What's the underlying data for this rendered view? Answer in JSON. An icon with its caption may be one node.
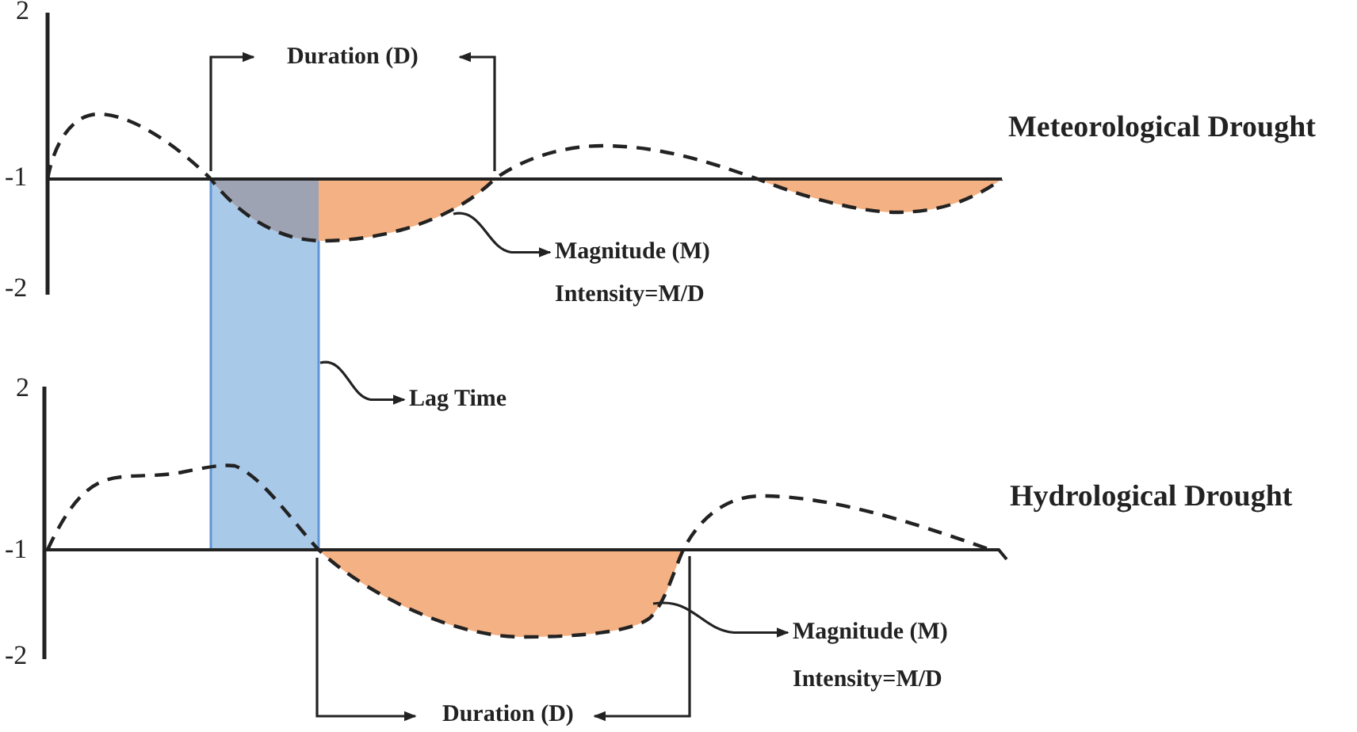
{
  "diagram": {
    "nodes": [
      {
        "text": [],
        "shape": "area"
      },
      {
        "text": [
          "Magnitude (M)"
        ]
      },
      {
        "text": [],
        "shape": "box"
      },
      {
        "text": [
          "Lag Time"
        ]
      },
      {
        "text": [],
        "shape": "area"
      },
      {
        "text": [
          "Magnitude (M)"
        ]
      }
    ],
    "edges": [
      {
        "from": 0,
        "to": 1,
        "arrow": "to"
      },
      {
        "from": 2,
        "to": 3,
        "arrow": "to"
      },
      {
        "from": 4,
        "to": 5,
        "arrow": "to"
      }
    ],
    "labels": [
      "2",
      "Duration (D)",
      "Meteorological Drought",
      "-1",
      "-2",
      "Intensity=M/D",
      "2",
      "Hydrological Drought",
      "-1",
      "-2",
      "Intensity=M/D",
      "Duration (D)"
    ]
  }
}
